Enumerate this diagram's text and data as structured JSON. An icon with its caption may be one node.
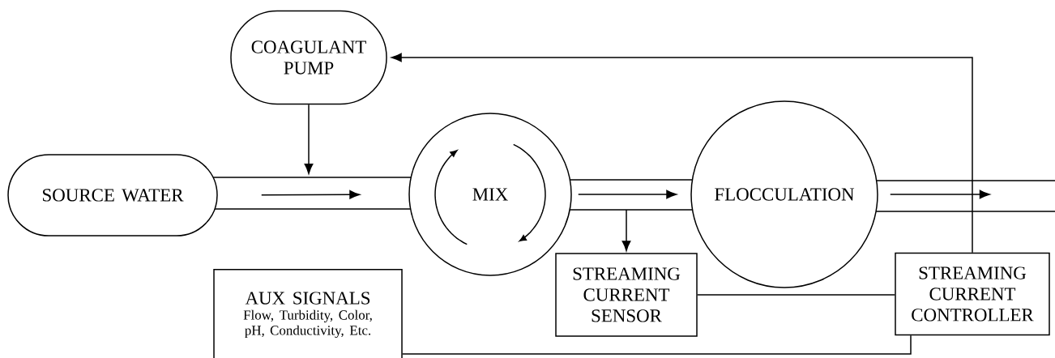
{
  "diagram": {
    "nodes": [
      {
        "text": [
          "SOURCE WATER"
        ]
      },
      {
        "text": [
          "COAGULANT PUMP"
        ]
      },
      {
        "text": [
          "MIX"
        ]
      },
      {
        "text": [
          "FLOCCULATION"
        ]
      },
      {
        "text": [
          "STREAMING CURRENT SENSOR"
        ]
      },
      {
        "text": [
          "STREAMING CURRENT CONTROLLER"
        ]
      },
      {
        "text": [
          "AUX SIGNALS",
          "Flow, Turbidity, Color, pH, Conductivity, Etc."
        ]
      }
    ],
    "edges": [
      {
        "from": 0,
        "to": 2,
        "arrow": "to"
      },
      {
        "from": 2,
        "to": 3,
        "arrow": "to"
      },
      {
        "from": 3,
        "to": null,
        "arrow": "to"
      },
      {
        "from": 1,
        "to": null,
        "arrow": "to"
      },
      {
        "from": null,
        "to": 4,
        "arrow": "to"
      },
      {
        "from": 4,
        "to": 5,
        "arrow": "none"
      },
      {
        "from": 5,
        "to": 1,
        "arrow": "to"
      },
      {
        "from": 6,
        "to": 5,
        "arrow": "none"
      }
    ]
  }
}
